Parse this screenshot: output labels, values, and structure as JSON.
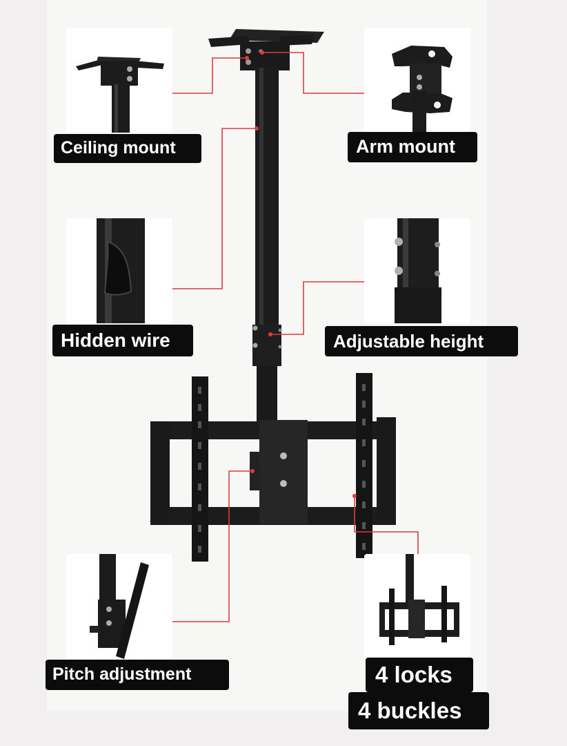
{
  "colors": {
    "background": "#f1eff0",
    "paper": "#f7f7f6",
    "leader_line": "#e03a3a",
    "metal": "#1b1b1b",
    "label_bg": "#0c0c0c",
    "label_text": "#ffffff"
  },
  "callouts": {
    "ceiling_mount": "Ceiling mount",
    "arm_mount": "Arm mount",
    "hidden_wire": "Hidden wire",
    "adjustable_height": "Adjustable height",
    "pitch_adjustment": "Pitch adjustment",
    "locks_line1": "4 locks",
    "locks_line2": "4 buckles"
  }
}
